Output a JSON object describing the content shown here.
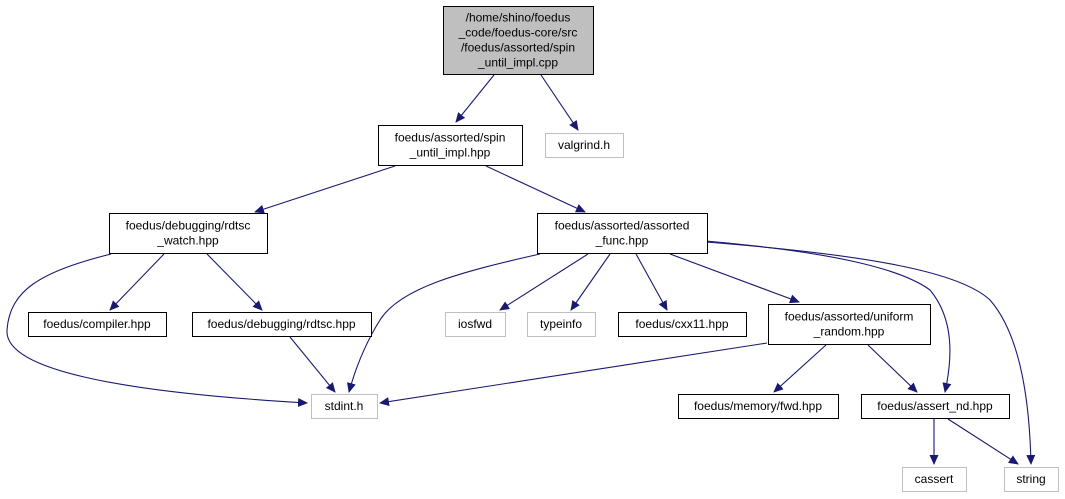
{
  "graph": {
    "nodes": [
      {
        "id": "spin_cpp",
        "lines": [
          "/home/shino/foedus",
          "_code/foedus-core/src",
          "/foedus/assorted/spin",
          "_until_impl.cpp"
        ],
        "style": "root"
      },
      {
        "id": "spin_hpp",
        "lines": [
          "foedus/assorted/spin",
          "_until_impl.hpp"
        ],
        "style": "local"
      },
      {
        "id": "valgrind",
        "lines": [
          "valgrind.h"
        ],
        "style": "external"
      },
      {
        "id": "rdtsc_watch",
        "lines": [
          "foedus/debugging/rdtsc",
          "_watch.hpp"
        ],
        "style": "local"
      },
      {
        "id": "assorted_func",
        "lines": [
          "foedus/assorted/assorted",
          "_func.hpp"
        ],
        "style": "local"
      },
      {
        "id": "compiler",
        "lines": [
          "foedus/compiler.hpp"
        ],
        "style": "local"
      },
      {
        "id": "rdtsc",
        "lines": [
          "foedus/debugging/rdtsc.hpp"
        ],
        "style": "local"
      },
      {
        "id": "iosfwd",
        "lines": [
          "iosfwd"
        ],
        "style": "external"
      },
      {
        "id": "typeinfo",
        "lines": [
          "typeinfo"
        ],
        "style": "external"
      },
      {
        "id": "cxx11",
        "lines": [
          "foedus/cxx11.hpp"
        ],
        "style": "local"
      },
      {
        "id": "uniform_random",
        "lines": [
          "foedus/assorted/uniform",
          "_random.hpp"
        ],
        "style": "local"
      },
      {
        "id": "stdint",
        "lines": [
          "stdint.h"
        ],
        "style": "external"
      },
      {
        "id": "memory_fwd",
        "lines": [
          "foedus/memory/fwd.hpp"
        ],
        "style": "local"
      },
      {
        "id": "assert_nd",
        "lines": [
          "foedus/assert_nd.hpp"
        ],
        "style": "local"
      },
      {
        "id": "cassert",
        "lines": [
          "cassert"
        ],
        "style": "external"
      },
      {
        "id": "string",
        "lines": [
          "string"
        ],
        "style": "external"
      }
    ],
    "edges": [
      {
        "from": "spin_cpp",
        "to": "spin_hpp"
      },
      {
        "from": "spin_cpp",
        "to": "valgrind"
      },
      {
        "from": "spin_hpp",
        "to": "rdtsc_watch"
      },
      {
        "from": "spin_hpp",
        "to": "assorted_func"
      },
      {
        "from": "rdtsc_watch",
        "to": "compiler"
      },
      {
        "from": "rdtsc_watch",
        "to": "rdtsc"
      },
      {
        "from": "rdtsc_watch",
        "to": "stdint"
      },
      {
        "from": "rdtsc",
        "to": "stdint"
      },
      {
        "from": "assorted_func",
        "to": "stdint"
      },
      {
        "from": "assorted_func",
        "to": "iosfwd"
      },
      {
        "from": "assorted_func",
        "to": "typeinfo"
      },
      {
        "from": "assorted_func",
        "to": "cxx11"
      },
      {
        "from": "assorted_func",
        "to": "uniform_random"
      },
      {
        "from": "assorted_func",
        "to": "assert_nd"
      },
      {
        "from": "assorted_func",
        "to": "string"
      },
      {
        "from": "uniform_random",
        "to": "stdint"
      },
      {
        "from": "uniform_random",
        "to": "memory_fwd"
      },
      {
        "from": "uniform_random",
        "to": "assert_nd"
      },
      {
        "from": "assert_nd",
        "to": "cassert"
      },
      {
        "from": "assert_nd",
        "to": "string"
      }
    ],
    "colors": {
      "edge": "#191970",
      "root_fill": "#bfbfbf",
      "root_border": "#000000",
      "local_fill": "#ffffff",
      "local_border": "#000000",
      "external_fill": "#ffffff",
      "external_border": "#bfbfbf",
      "text": "#000000"
    }
  }
}
